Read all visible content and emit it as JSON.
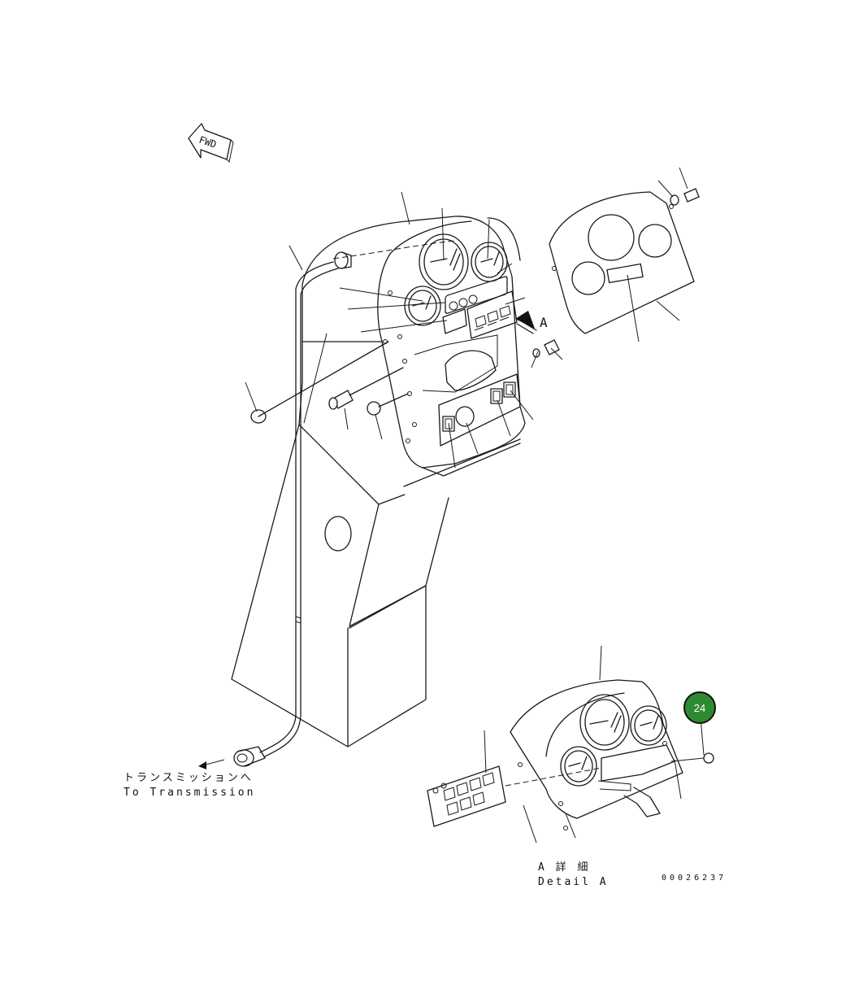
{
  "labels": {
    "fwd": "FWD",
    "view_a_marker": "A",
    "to_transmission_jp": "トランスミッションへ",
    "to_transmission_en": "To Transmission",
    "detail_a_jp": "A 詳 細",
    "detail_a_en": "Detail A",
    "drawing_number": "00026237"
  },
  "callout": {
    "number": "24",
    "color": "#2f8a2f",
    "ring_color": "#111111"
  }
}
